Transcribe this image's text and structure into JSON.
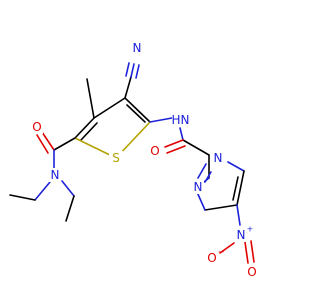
{
  "molecule": {
    "atoms": {
      "nitrile_n": "N",
      "thiophene_s": "S",
      "amide_n": "N",
      "amide_h": "H",
      "carboxamide_o": "O",
      "carboxamide_n": "N",
      "linker_o": "O",
      "pyrazole_n1": "N",
      "pyrazole_n2": "N",
      "nitro_n": "N",
      "nitro_n_charge": "+",
      "nitro_o1": "O",
      "nitro_o1_charge": "−",
      "nitro_o2": "O"
    },
    "colors": {
      "carbon": "#000000",
      "nitrogen": "#1c22d8",
      "oxygen": "#e00000",
      "sulfur": "#b5a200"
    }
  }
}
